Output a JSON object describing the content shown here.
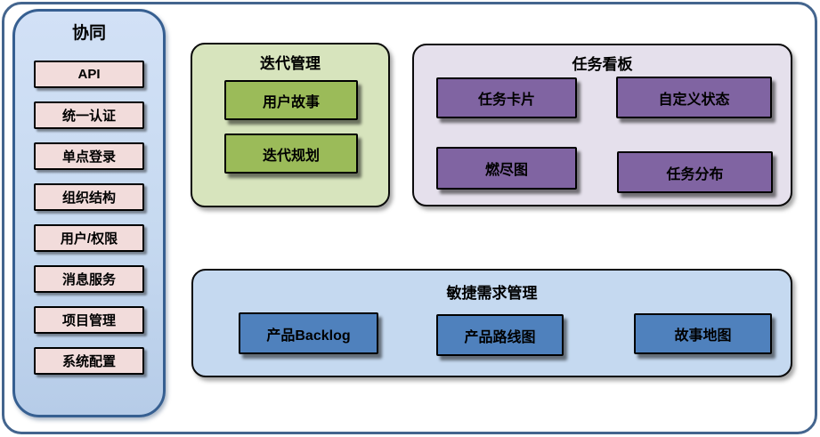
{
  "sidebar": {
    "title": "协同",
    "items": [
      "API",
      "统一认证",
      "单点登录",
      "组织结构",
      "用户/权限",
      "消息服务",
      "项目管理",
      "系统配置"
    ]
  },
  "groups": [
    {
      "title": "迭代管理",
      "items": [
        "用户故事",
        "迭代规划"
      ]
    },
    {
      "title": "任务看板",
      "items": [
        "任务卡片",
        "自定义状态",
        "燃尽图",
        "任务分布"
      ]
    },
    {
      "title": "敏捷需求管理",
      "items": [
        "产品Backlog",
        "产品路线图",
        "故事地图"
      ]
    }
  ],
  "colors": {
    "frame_border": "#44658E",
    "sidebar_fill": "#C6D9F0",
    "sidebar_border": "#365F91",
    "sidebar_item_fill": "#F2DCDB",
    "iteration_group_fill": "#D7E4BD",
    "iteration_node_fill": "#9BBB59",
    "kanban_group_fill": "#E5E0EC",
    "kanban_node_fill": "#8064A2",
    "agile_group_fill": "#C5D9F0",
    "agile_node_fill": "#4F81BD",
    "node_border": "#000000"
  }
}
